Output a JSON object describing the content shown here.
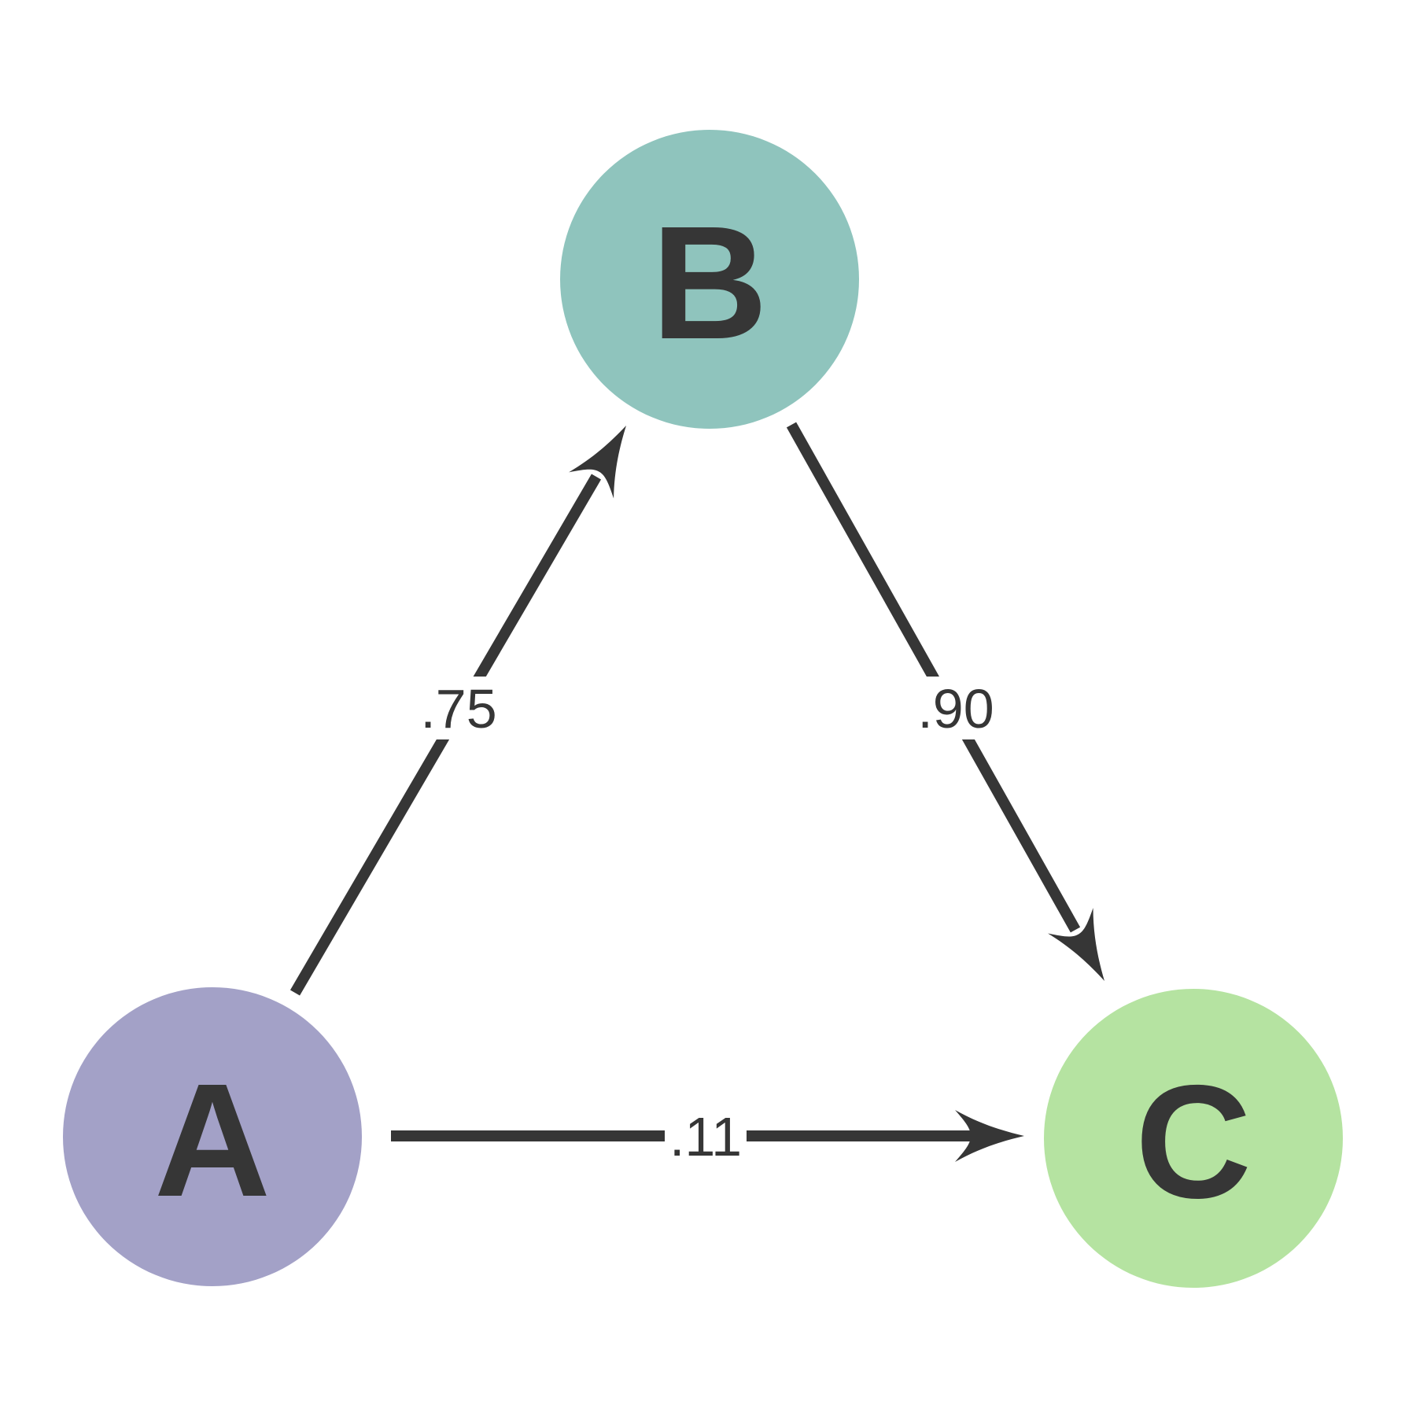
{
  "diagram": {
    "title": "",
    "background_color": "#ffffff",
    "edge_color": "#363636",
    "text_color": "#363636",
    "nodes": [
      {
        "id": "A",
        "label": "A",
        "color": "#a3a1c7",
        "position": "bottom-left"
      },
      {
        "id": "B",
        "label": "B",
        "color": "#8fc4bd",
        "position": "top-center"
      },
      {
        "id": "C",
        "label": "C",
        "color": "#b5e3a1",
        "position": "bottom-right"
      }
    ],
    "edges": [
      {
        "from": "A",
        "to": "B",
        "weight": ".75",
        "directed": true
      },
      {
        "from": "B",
        "to": "C",
        "weight": ".90",
        "directed": true
      },
      {
        "from": "A",
        "to": "C",
        "weight": ".11",
        "directed": true
      }
    ]
  }
}
